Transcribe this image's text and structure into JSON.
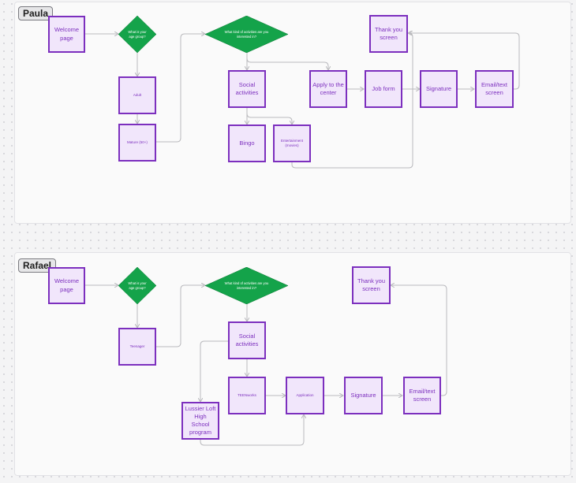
{
  "colors": {
    "node_fill": "#f1e6fb",
    "node_border": "#7c2fbe",
    "node_text": "#7c2fbe",
    "decision_fill": "#14a34a",
    "decision_text": "#ffffff",
    "connector": "#b9b9bd"
  },
  "paula": {
    "label": "Paula",
    "welcome": "Welcome page",
    "age_question": "What is your age group?",
    "adult": "Adult",
    "mature": "Mature (50+)",
    "activities_question": "What kind of activities are you interested in?",
    "social": "Social activities",
    "bingo": "Bingo",
    "entertainment": "Entertainment (movies)",
    "apply": "Apply to the center",
    "job_form": "Job form",
    "signature": "Signature",
    "email": "Email/text screen",
    "thank_you": "Thank you screen"
  },
  "rafael": {
    "label": "Rafael",
    "welcome": "Welcome page",
    "age_question": "What is your age group?",
    "teenager": "Teenager",
    "activities_question": "What kind of activities are you interested in?",
    "social": "Social activities",
    "ted": "TEENworks",
    "lussier": "Lussier Loft High School program",
    "application": "Application",
    "signature": "Signature",
    "email": "Email/text screen",
    "thank_you": "Thank you screen"
  }
}
